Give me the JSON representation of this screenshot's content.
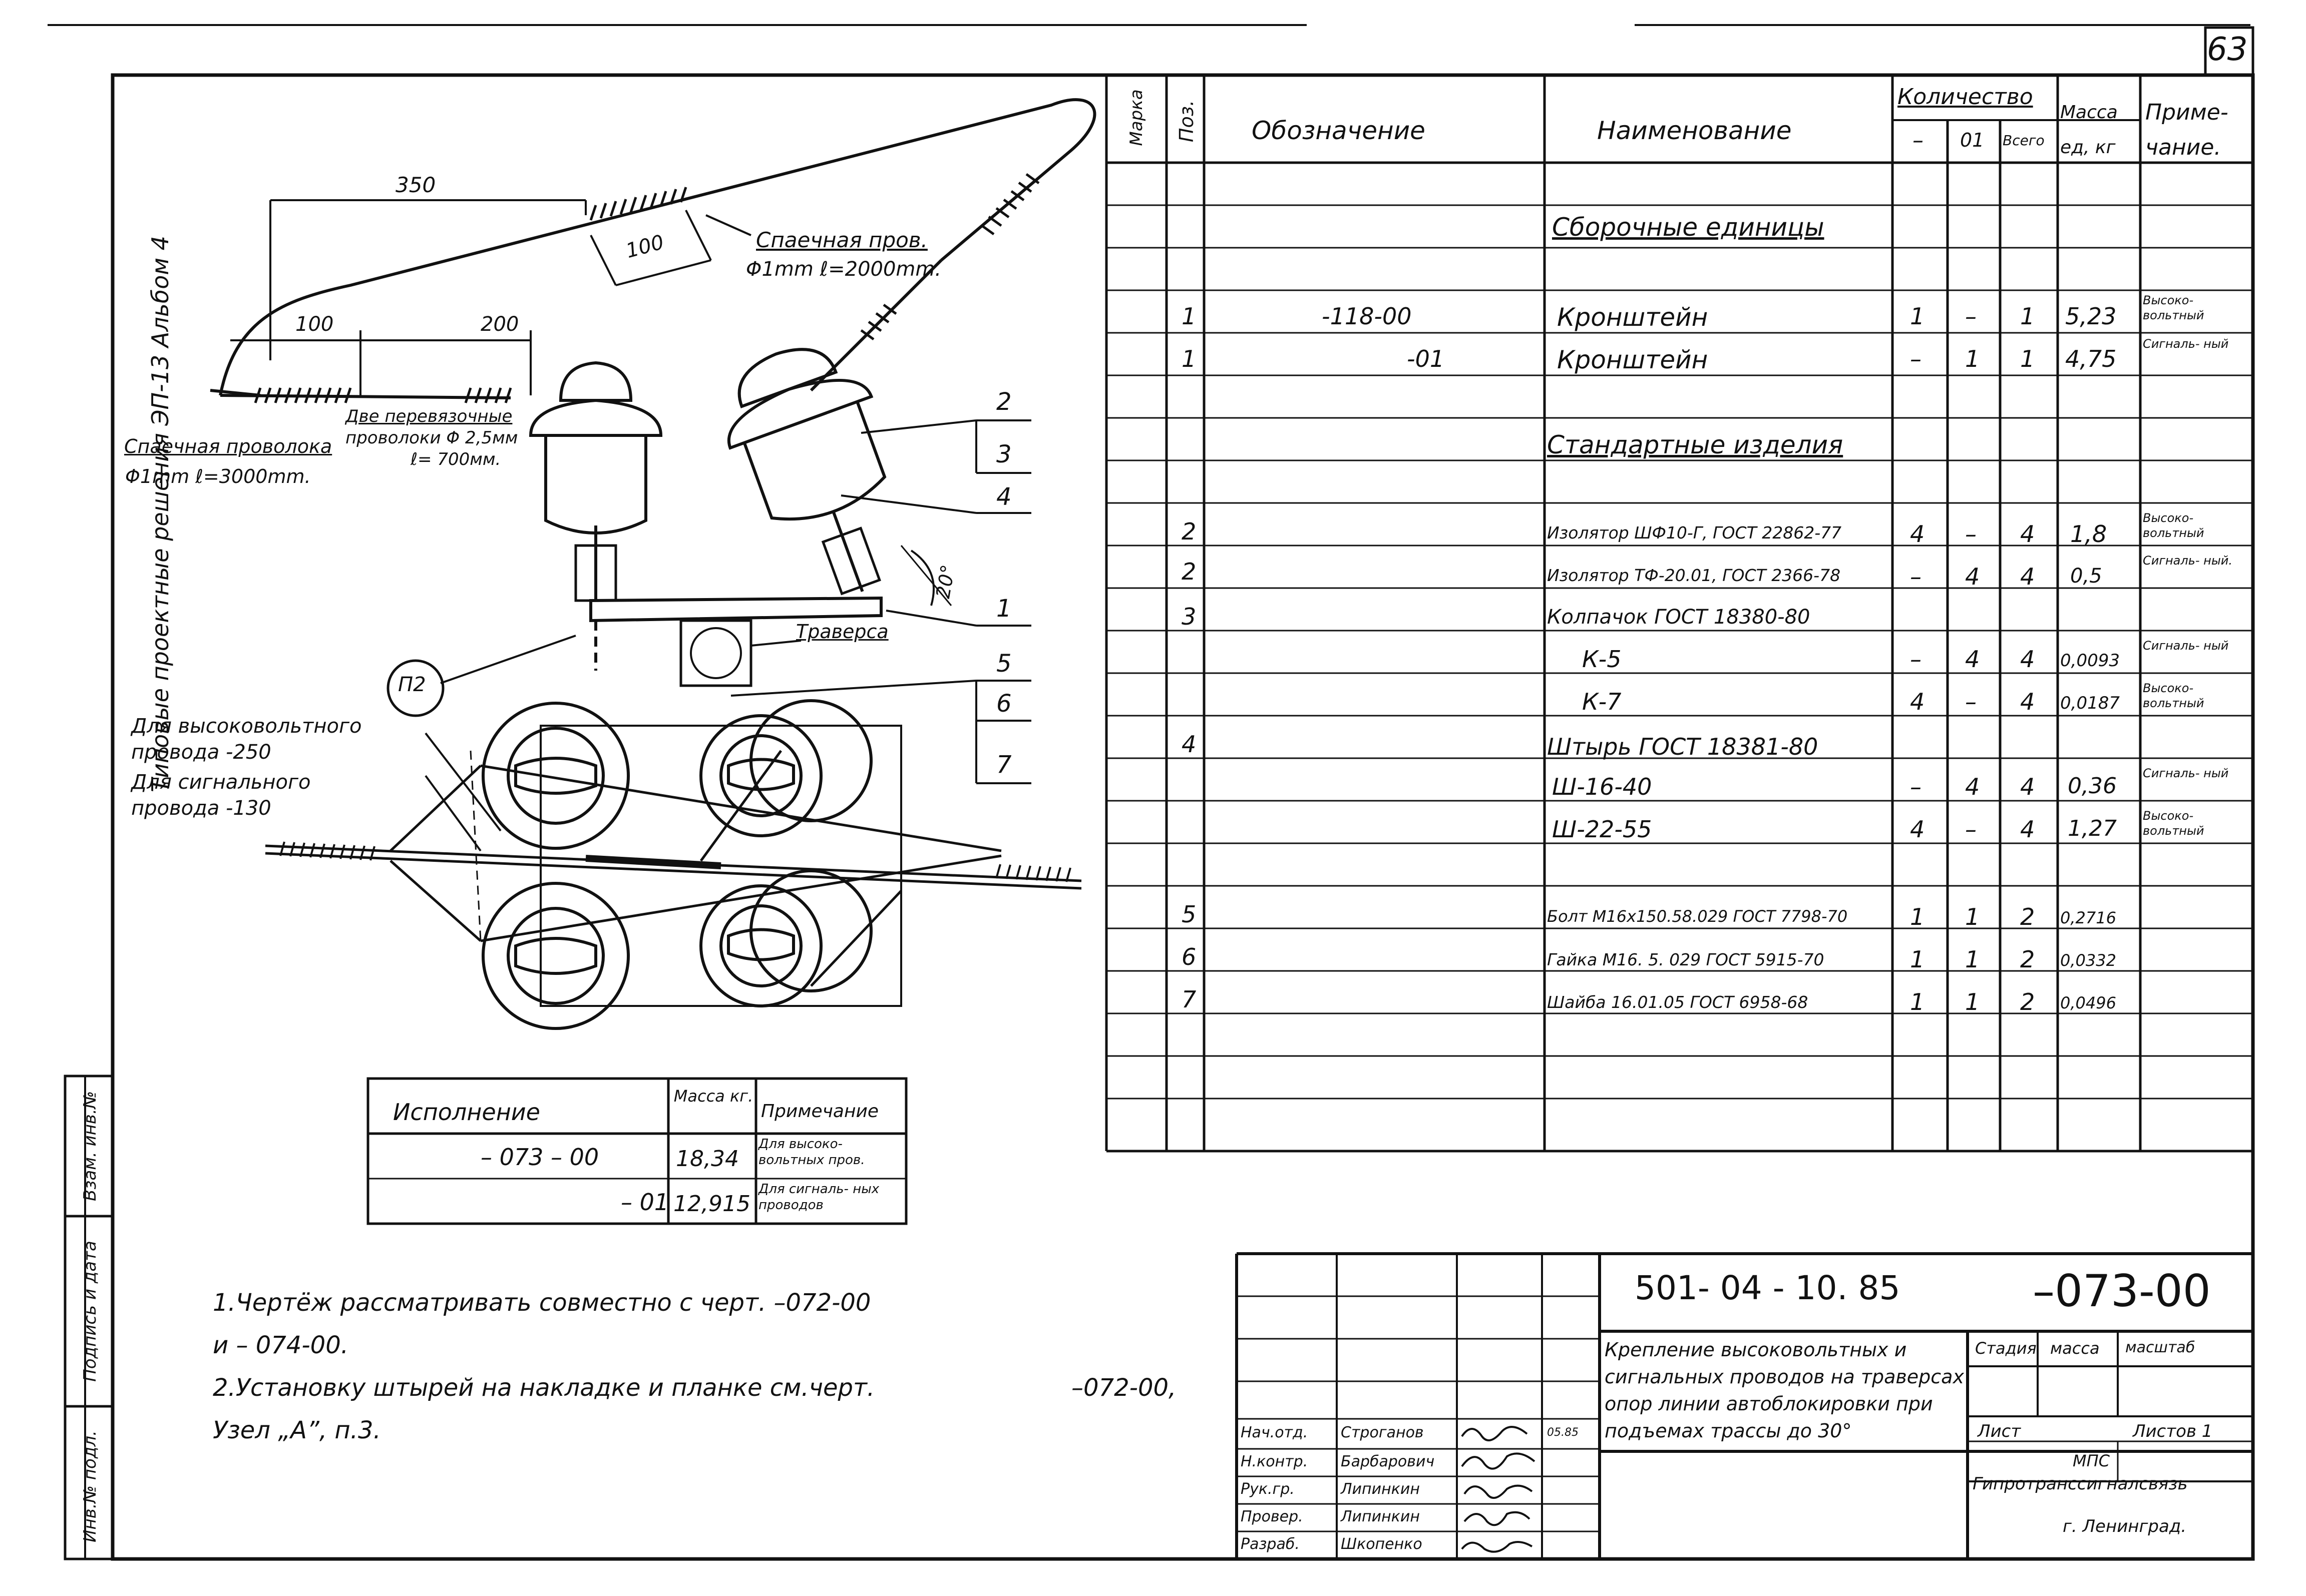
{
  "sheet": {
    "page_number": "63",
    "side_text": "Типовые проектные решения ЭП-13 Альбом 4"
  },
  "stamp_left": {
    "cells": [
      "Взам. инв.№",
      "Подпись и дата",
      "Инв.№ подл."
    ]
  },
  "drawing": {
    "dims": {
      "d350": "350",
      "d100a": "100",
      "d100b": "100",
      "d200": "200",
      "angle": "20°"
    },
    "notes": {
      "wire_top_1": "Спаечная пров.",
      "wire_top_2": "Φ1mm  ℓ=2000mm.",
      "wire_left_1": "Спаечная проволока",
      "wire_left_2": "Φ1mm   ℓ=3000mm.",
      "wire_mid_1": "Две перевязочные",
      "wire_mid_2": "проволоки Φ 2,5мм",
      "wire_mid_3": "ℓ= 700мм.",
      "traverse": "Траверса",
      "high_1": "Для высоковольтного",
      "high_2": "провода -250",
      "signal_1": "Для сигнального",
      "signal_2": "провода -130",
      "node": "П2"
    },
    "callouts": [
      "2",
      "3",
      "4",
      "1",
      "5",
      "6",
      "7"
    ]
  },
  "spec_table": {
    "headers": {
      "mark": "Марка",
      "pos": "Поз.",
      "designation": "Обозначение",
      "name": "Наименование",
      "qty": "Количество",
      "qty_dash": "–",
      "qty_01": "01",
      "qty_total": "Всего",
      "mass": "Масса ед, кг",
      "note": "Приме- чание."
    },
    "rows": [
      {
        "pos": "",
        "des": "",
        "name": "Сборочные единицы",
        "q1": "",
        "q2": "",
        "q3": "",
        "mass": "",
        "note": ""
      },
      {
        "pos": "1",
        "des": "-118-00",
        "name": "Кронштейн",
        "q1": "1",
        "q2": "–",
        "q3": "1",
        "mass": "5,23",
        "note": "Высоко- вольтный"
      },
      {
        "pos": "1",
        "des": "-01",
        "name": "Кронштейн",
        "q1": "–",
        "q2": "1",
        "q3": "1",
        "mass": "4,75",
        "note": "Сигналь- ный"
      },
      {
        "pos": "",
        "des": "",
        "name": "Стандартные изделия",
        "q1": "",
        "q2": "",
        "q3": "",
        "mass": "",
        "note": ""
      },
      {
        "pos": "2",
        "des": "",
        "name": "Изолятор ШФ10-Г, ГОСТ 22862-77",
        "q1": "4",
        "q2": "–",
        "q3": "4",
        "mass": "1,8",
        "note": "Высоко- вольтный"
      },
      {
        "pos": "2",
        "des": "",
        "name": "Изолятор ТФ-20.01, ГОСТ 2366-78",
        "q1": "–",
        "q2": "4",
        "q3": "4",
        "mass": "0,5",
        "note": "Сигналь- ный."
      },
      {
        "pos": "3",
        "des": "",
        "name": "Колпачок   ГОСТ 18380-80",
        "q1": "",
        "q2": "",
        "q3": "",
        "mass": "",
        "note": ""
      },
      {
        "pos": "",
        "des": "",
        "name": "К-5",
        "q1": "–",
        "q2": "4",
        "q3": "4",
        "mass": "0,0093",
        "note": "Сигналь- ный"
      },
      {
        "pos": "",
        "des": "",
        "name": "К-7",
        "q1": "4",
        "q2": "–",
        "q3": "4",
        "mass": "0,0187",
        "note": "Высоко- вольтный"
      },
      {
        "pos": "4",
        "des": "",
        "name": "Штырь  ГОСТ 18381-80",
        "q1": "",
        "q2": "",
        "q3": "",
        "mass": "",
        "note": ""
      },
      {
        "pos": "",
        "des": "",
        "name": "Ш-16-40",
        "q1": "–",
        "q2": "4",
        "q3": "4",
        "mass": "0,36",
        "note": "Сигналь- ный"
      },
      {
        "pos": "",
        "des": "",
        "name": "Ш-22-55",
        "q1": "4",
        "q2": "–",
        "q3": "4",
        "mass": "1,27",
        "note": "Высоко- вольтный"
      },
      {
        "pos": "5",
        "des": "",
        "name": "Болт М16х150.58.029 ГОСТ 7798-70",
        "q1": "1",
        "q2": "1",
        "q3": "2",
        "mass": "0,2716",
        "note": ""
      },
      {
        "pos": "6",
        "des": "",
        "name": "Гайка М16. 5. 029 ГОСТ 5915-70",
        "q1": "1",
        "q2": "1",
        "q3": "2",
        "mass": "0,0332",
        "note": ""
      },
      {
        "pos": "7",
        "des": "",
        "name": "Шайба  16.01.05 ГОСТ 6958-68",
        "q1": "1",
        "q2": "1",
        "q3": "2",
        "mass": "0,0496",
        "note": ""
      }
    ]
  },
  "variant_table": {
    "headers": {
      "variant": "Исполнение",
      "mass": "Масса кг.",
      "note": "Примечание"
    },
    "rows": [
      {
        "variant": "– 073 – 00",
        "mass": "18,34",
        "note": "Для высоко- вольтных пров."
      },
      {
        "variant": "– 01",
        "mass": "12,915",
        "note": "Для сигналь- ных проводов"
      }
    ]
  },
  "notes": {
    "n1a": "1.Чертёж рассматривать совместно с черт. –072-00",
    "n1b": "и       – 074-00.",
    "n2a": "2.Установку штырей на накладке и планке см.черт.",
    "n2b": "–072-00,",
    "n2c": "Узел „А”, п.3."
  },
  "title_block": {
    "doc_code": "501- 04 - 10. 85",
    "drawing_no": "–073-00",
    "title": "Крепление высоковольтных и сигнальных проводов на траверсах опор линии автоблокировки при подъемах трассы до 30°",
    "stage_label": "Стадия",
    "mass_label": "масса",
    "scale_label": "масштаб",
    "sheet_label": "Лист",
    "sheets_label": "Листов 1",
    "org_1": "МПС",
    "org_2": "Гипротранссигналсвязь",
    "org_3": "г. Ленинград.",
    "people": [
      {
        "role": "Нач.отд.",
        "name": "Строганов",
        "date": "05.85"
      },
      {
        "role": "Н.контр.",
        "name": "Барбарович",
        "date": ""
      },
      {
        "role": "Рук.гр.",
        "name": "Липинкин",
        "date": ""
      },
      {
        "role": "Провер.",
        "name": "Липинкин",
        "date": ""
      },
      {
        "role": "Разраб.",
        "name": "Шкопенко",
        "date": ""
      }
    ]
  }
}
